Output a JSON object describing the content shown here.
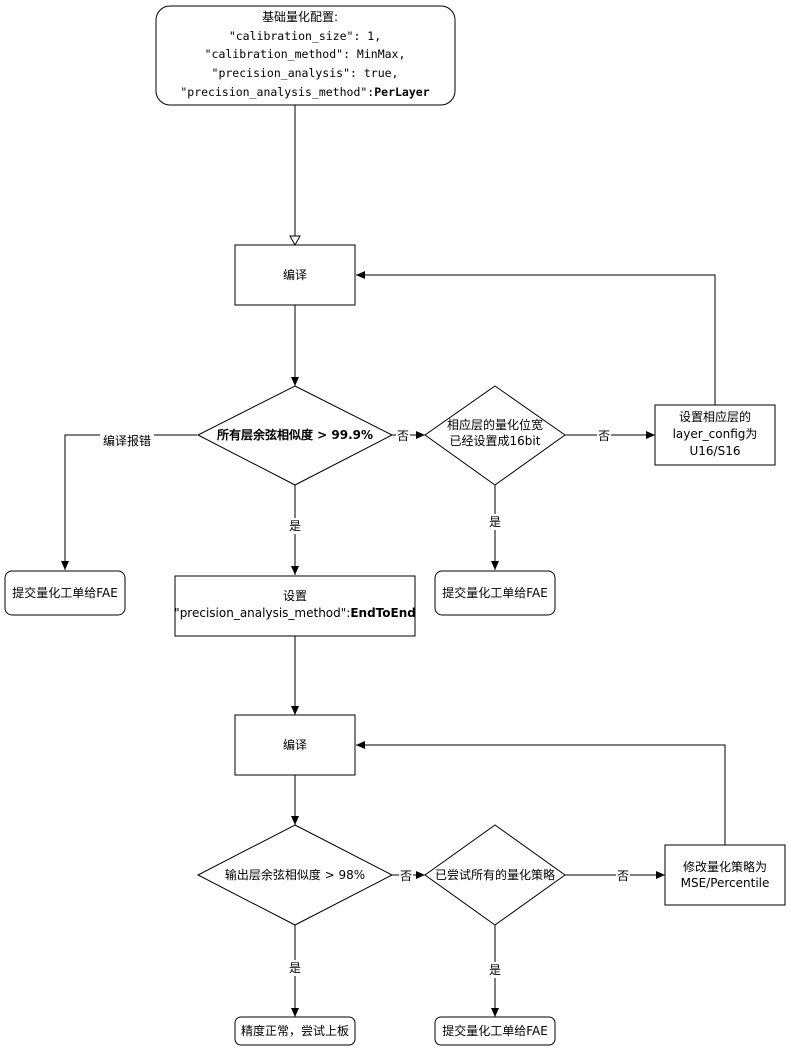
{
  "config": {
    "title": "基础量化配置:",
    "line1": "\"calibration_size\": 1,",
    "line2_key": "\"calibration_method\": ",
    "line2_val": "MinMax,",
    "line3": "\"precision_analysis\": true,",
    "line4_key": "\"precision_analysis_method\":",
    "line4_val": "PerLayer"
  },
  "phase1": {
    "compile": "编译",
    "decision_cos": "所有层余弦相似度 > 99.9%",
    "decision_16bit_l1": "相应层的量化位宽",
    "decision_16bit_l2": "已经设置成16bit",
    "set_layer_l1": "设置相应层的",
    "set_layer_l2": "layer_config为",
    "set_layer_l3": "U16/S16",
    "compile_error": "编译报错",
    "submit_fae_left": "提交量化工单给FAE",
    "submit_fae_mid": "提交量化工单给FAE",
    "yes1": "是",
    "yes2": "是",
    "no1": "否",
    "no2": "否"
  },
  "setting": {
    "line1": "设置",
    "line2_key": "\"precision_analysis_method\":",
    "line2_val": "EndToEnd"
  },
  "phase2": {
    "compile": "编译",
    "decision_out": "输出层余弦相似度 > 98%",
    "decision_tried": "已尝试所有的量化策略",
    "modify_l1": "修改量化策略为",
    "modify_l2": "MSE/Percentile",
    "board": "精度正常，尝试上板",
    "submit_fae": "提交量化工单给FAE",
    "yes1": "是",
    "yes2": "是",
    "no1": "否",
    "no2": "否"
  }
}
